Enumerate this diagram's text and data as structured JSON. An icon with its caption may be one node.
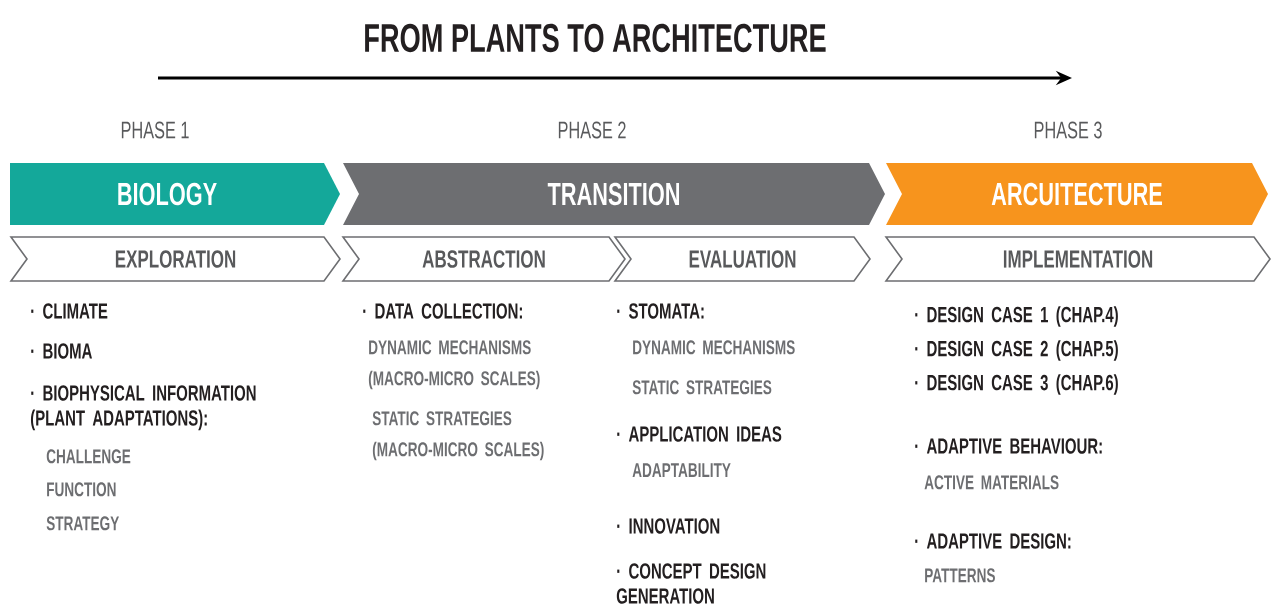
{
  "diagram": {
    "title": "FROM PLANTS TO ARCHITECTURE",
    "nodes": [
      {
        "text": [
          "BIOLOGY"
        ],
        "beside": [
          "PHASE 1"
        ]
      },
      {
        "text": [
          "TRANSITION"
        ],
        "beside": [
          "PHASE 2"
        ]
      },
      {
        "text": [
          "ARCUITECTURE"
        ],
        "beside": [
          "PHASE 3"
        ]
      },
      {
        "text": [
          "EXPLORATION"
        ]
      },
      {
        "text": [
          "ABSTRACTION"
        ]
      },
      {
        "text": [
          "EVALUATION"
        ]
      },
      {
        "text": [
          "IMPLEMENTATION"
        ]
      }
    ],
    "labels": [
      "· CLIMATE",
      "· BIOMA",
      "· BIOPHYSICAL INFORMATION (PLANT ADAPTATIONS):",
      "CHALLENGE",
      "FUNCTION",
      "STRATEGY",
      "· DATA COLLECTION:",
      "DYNAMIC MECHANISMS (MACRO-MICRO SCALES)",
      "STATIC STRATEGIES (MACRO-MICRO SCALES)",
      "· STOMATA:",
      "DYNAMIC MECHANISMS",
      "STATIC STRATEGIES",
      "· APPLICATION IDEAS",
      "ADAPTABILITY",
      "· INNOVATION",
      "· CONCEPT DESIGN GENERATION",
      "· DESIGN CASE 1 (CHAP.4)",
      "· DESIGN CASE 2 (CHAP.5)",
      "· DESIGN CASE 3 (CHAP.6)",
      "· ADAPTIVE BEHAVIOUR:",
      "ACTIVE MATERIALS",
      "· ADAPTIVE DESIGN:",
      "PATTERNS"
    ]
  }
}
